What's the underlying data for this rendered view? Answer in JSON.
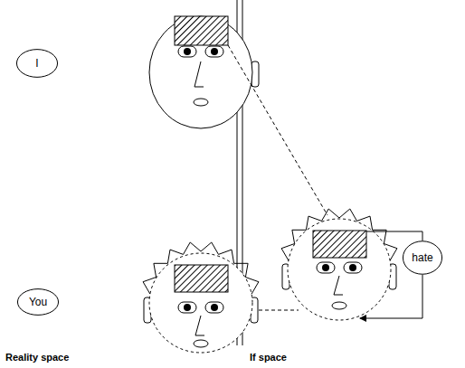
{
  "diagram": {
    "nodes": [
      {
        "text": [
          "I"
        ]
      },
      {
        "text": [
          "You"
        ]
      },
      {
        "text": [
          "hate"
        ]
      }
    ],
    "labels": [
      "Reality space",
      "If space"
    ]
  }
}
